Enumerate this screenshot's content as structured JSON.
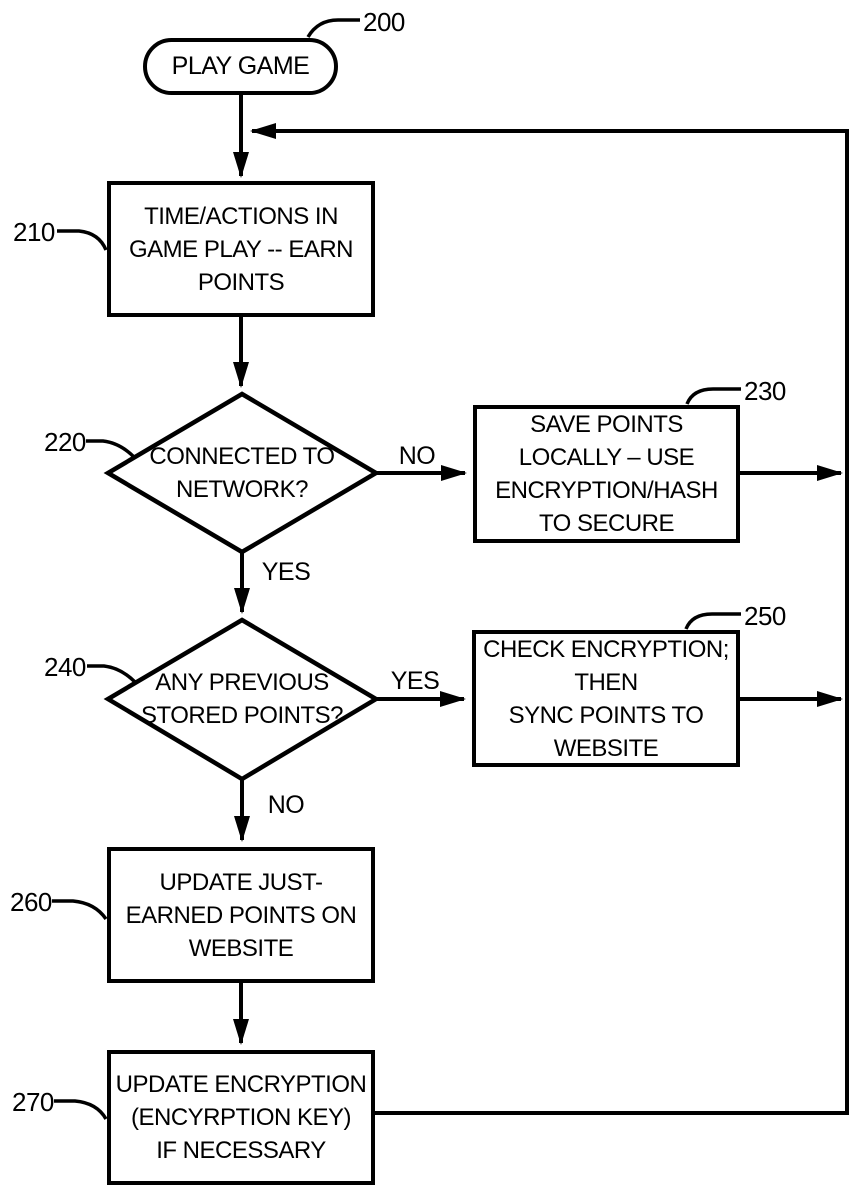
{
  "figure": {
    "background": "#ffffff",
    "line_color": "#000000",
    "nodes": {
      "play_game": {
        "ref": "200",
        "label": "PLAY GAME"
      },
      "earn_points": {
        "ref": "210",
        "label": "TIME/ACTIONS IN\nGAME PLAY -- EARN\nPOINTS"
      },
      "connected": {
        "ref": "220",
        "label": "CONNECTED TO\nNETWORK?"
      },
      "save_local": {
        "ref": "230",
        "label": "SAVE POINTS\nLOCALLY – USE\nENCRYPTION/HASH\nTO SECURE"
      },
      "previous_points": {
        "ref": "240",
        "label": "ANY PREVIOUS\nSTORED POINTS?"
      },
      "sync_points": {
        "ref": "250",
        "label": "CHECK ENCRYPTION;\nTHEN\nSYNC POINTS TO\nWEBSITE"
      },
      "update_points": {
        "ref": "260",
        "label": "UPDATE JUST-\nEARNED POINTS ON\nWEBSITE"
      },
      "update_encryption": {
        "ref": "270",
        "label": "UPDATE ENCRYPTION\n(ENCYRPTION KEY)\nIF NECESSARY"
      }
    },
    "edge_labels": {
      "connected_no": "NO",
      "connected_yes": "YES",
      "previous_yes": "YES",
      "previous_no": "NO"
    }
  }
}
